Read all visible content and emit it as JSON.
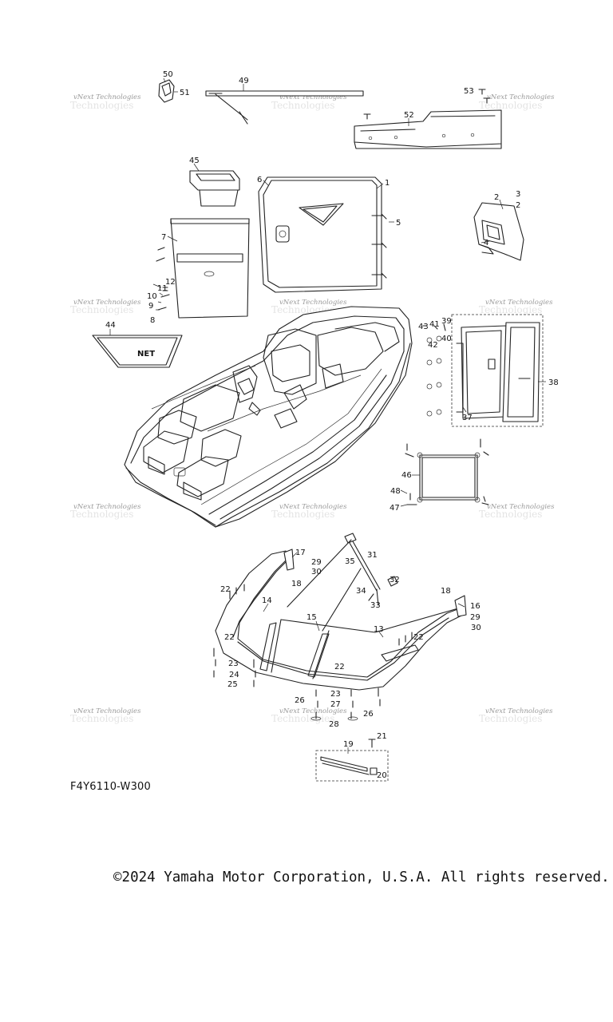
{
  "diagram": {
    "code": "F4Y6110-W300",
    "copyright": "©2024 Yamaha Motor Corporation, U.S.A. All rights reserved.",
    "watermark": {
      "line1": "vNext Technologies",
      "line2": "Technologies"
    },
    "net_label": "NET",
    "callouts": {
      "n1": "1",
      "n2": "2",
      "n3": "3",
      "n4": "4",
      "n5": "5",
      "n6": "6",
      "n7": "7",
      "n8": "8",
      "n9": "9",
      "n10": "10",
      "n11": "11",
      "n12": "12",
      "n13": "13",
      "n14": "14",
      "n15": "15",
      "n16": "16",
      "n17": "17",
      "n18": "18",
      "n19": "19",
      "n20": "20",
      "n21": "21",
      "n22": "22",
      "n23": "23",
      "n24": "24",
      "n25": "25",
      "n26": "26",
      "n27": "27",
      "n28": "28",
      "n29": "29",
      "n30": "30",
      "n31": "31",
      "n32": "32",
      "n33": "33",
      "n34": "34",
      "n35": "35",
      "n37": "37",
      "n38": "38",
      "n39": "39",
      "n40": "40",
      "n41": "41",
      "n42": "42",
      "n43": "43",
      "n44": "44",
      "n45": "45",
      "n46": "46",
      "n47": "47",
      "n48": "48",
      "n49": "49",
      "n50": "50",
      "n51": "51",
      "n52": "52",
      "n53": "53"
    }
  }
}
